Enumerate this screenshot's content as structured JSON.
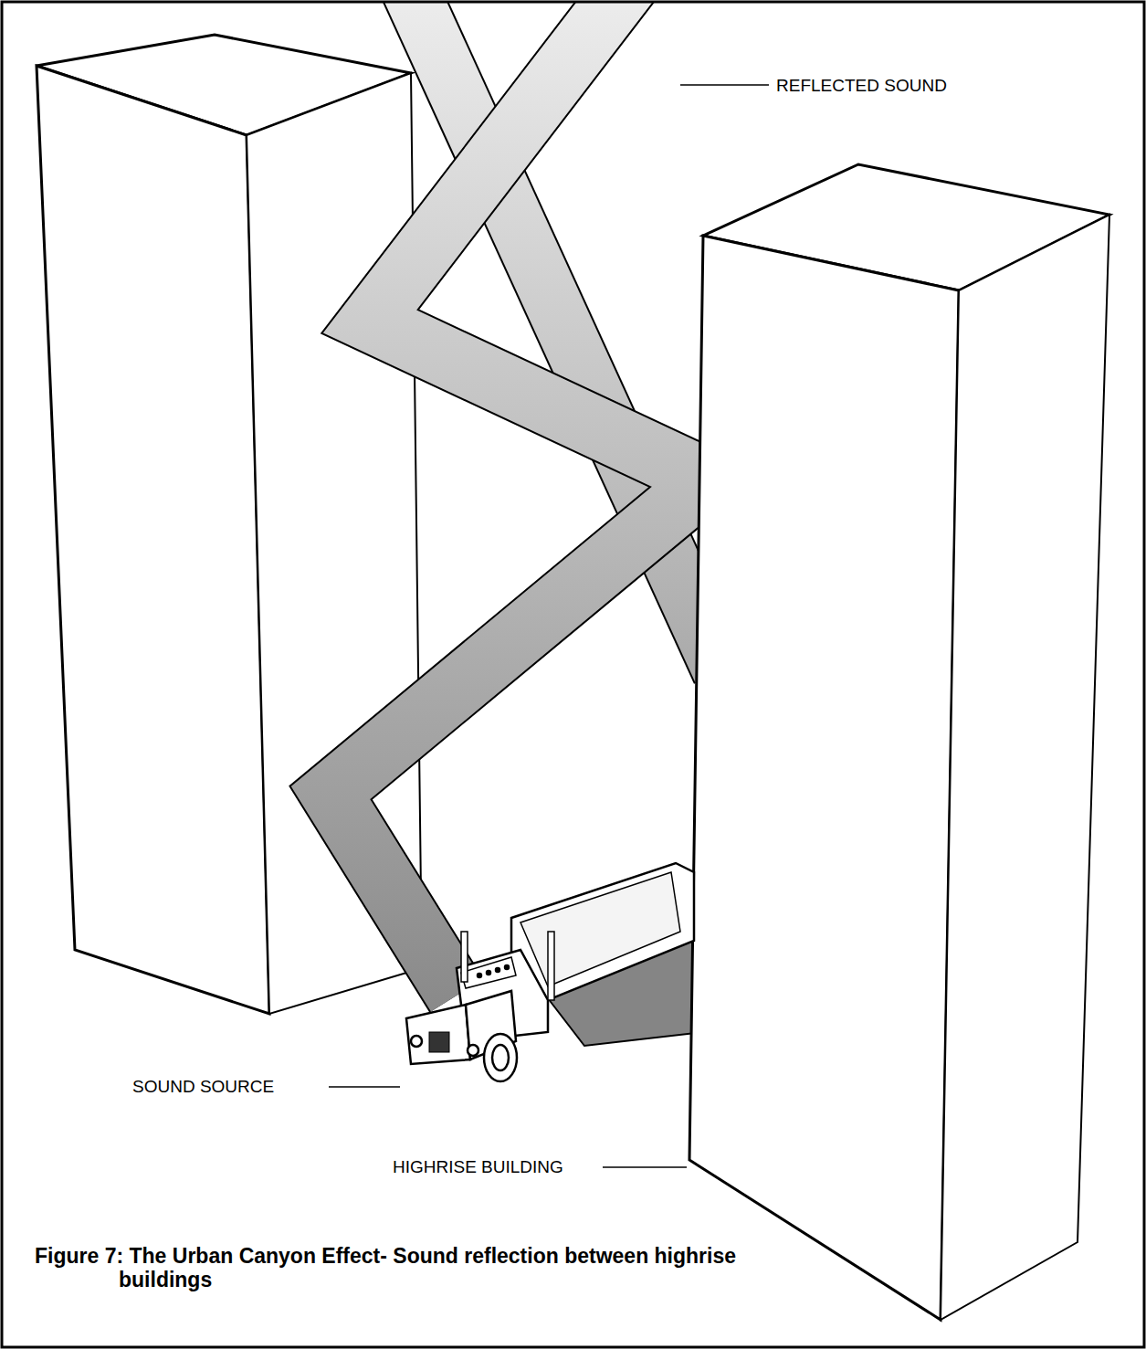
{
  "diagram": {
    "caption": "Figure 7: The Urban Canyon Effect- Sound reflection between highrise buildings",
    "labels": [
      "REFLECTED SOUND",
      "SOUND SOURCE",
      "HIGHRISE BUILDING"
    ]
  }
}
